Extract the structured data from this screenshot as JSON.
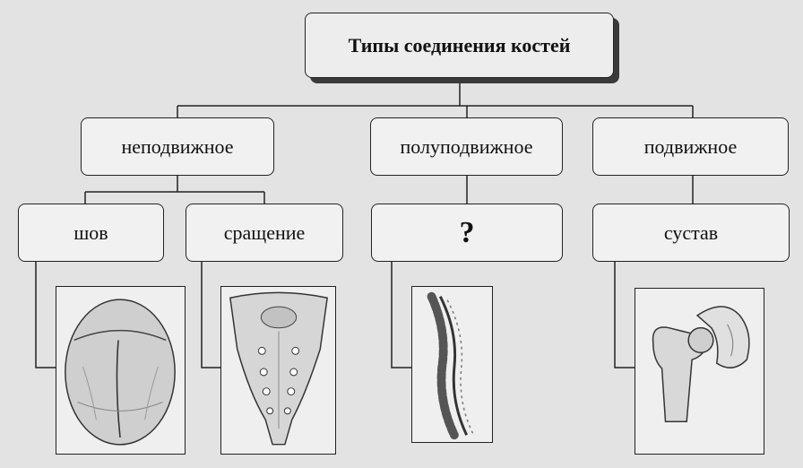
{
  "root": {
    "label": "Типы соединения костей"
  },
  "categories": [
    {
      "label": "неподвижное"
    },
    {
      "label": "полуподвижное"
    },
    {
      "label": "подвижное"
    }
  ],
  "subtypes": [
    {
      "label": "шов"
    },
    {
      "label": "сращение"
    },
    {
      "label": "?"
    },
    {
      "label": "сустав"
    }
  ],
  "illustrations": [
    {
      "icon": "skull-icon"
    },
    {
      "icon": "sacrum-icon"
    },
    {
      "icon": "spine-icon"
    },
    {
      "icon": "hip-joint-icon"
    }
  ]
}
